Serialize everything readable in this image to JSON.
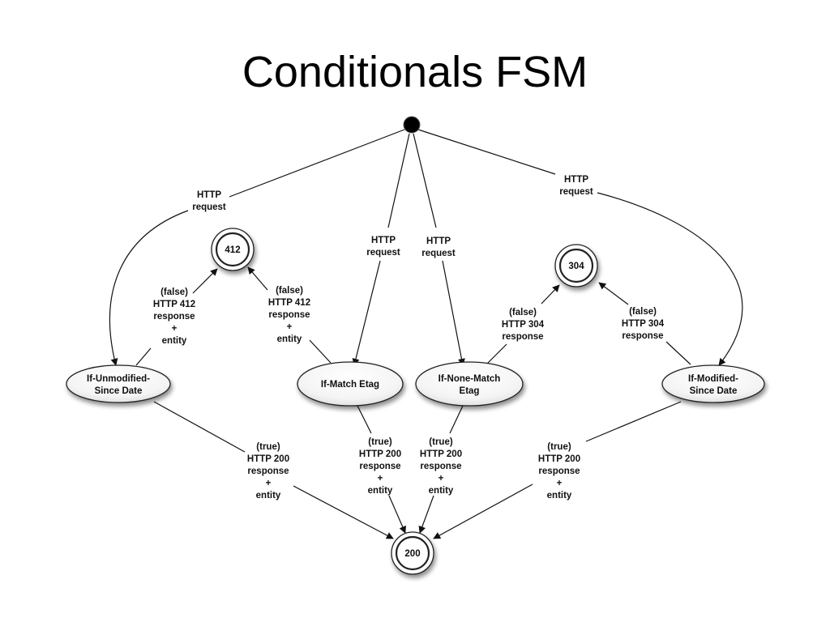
{
  "title": "Conditionals FSM",
  "states": {
    "s412": "412",
    "s304": "304",
    "s200": "200",
    "if_unmodified": [
      "If-Unmodified-",
      "Since Date"
    ],
    "if_match": [
      "If-Match Etag"
    ],
    "if_none_match": [
      "If-None-Match",
      "Etag"
    ],
    "if_modified": [
      "If-Modified-",
      "Since Date"
    ]
  },
  "edges": {
    "req_unmodified": [
      "HTTP",
      "request"
    ],
    "req_match": [
      "HTTP",
      "request"
    ],
    "req_none_match": [
      "HTTP",
      "request"
    ],
    "req_modified": [
      "HTTP",
      "request"
    ],
    "false_unmodified_412": [
      "(false)",
      "HTTP 412",
      "response",
      "+",
      "entity"
    ],
    "false_match_412": [
      "(false)",
      "HTTP 412",
      "response",
      "+",
      "entity"
    ],
    "false_none_match_304": [
      "(false)",
      "HTTP 304",
      "response"
    ],
    "false_modified_304": [
      "(false)",
      "HTTP 304",
      "response"
    ],
    "true_unmodified_200": [
      "(true)",
      "HTTP 200",
      "response",
      "+",
      "entity"
    ],
    "true_match_200": [
      "(true)",
      "HTTP 200",
      "response",
      "+",
      "entity"
    ],
    "true_none_match_200": [
      "(true)",
      "HTTP 200",
      "response",
      "+",
      "entity"
    ],
    "true_modified_200": [
      "(true)",
      "HTTP 200",
      "response",
      "+",
      "entity"
    ]
  }
}
